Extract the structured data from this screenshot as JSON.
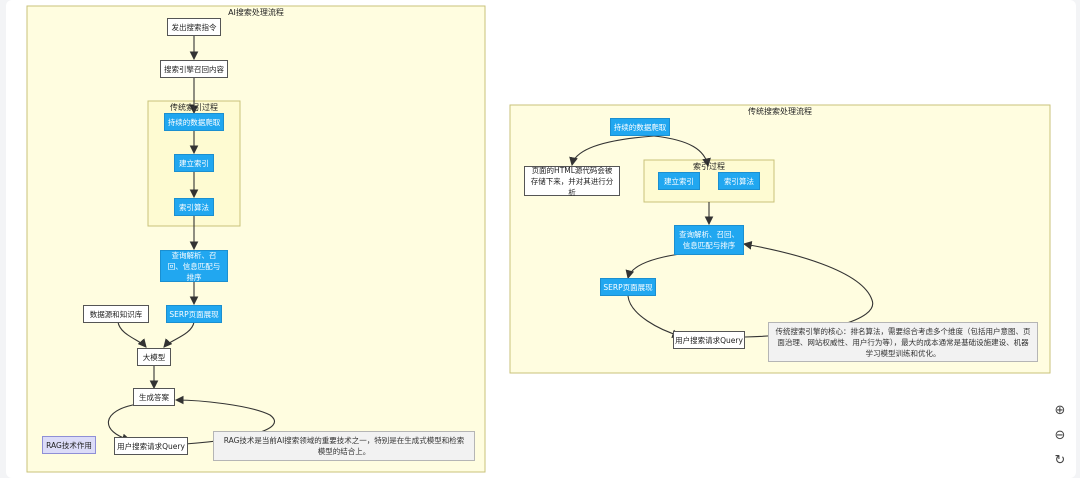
{
  "left_diagram": {
    "title": "AI搜索处理流程",
    "nodes": {
      "issue_query": "发出搜索指令",
      "recall": "搜索引擎召回内容",
      "subgraph_title": "传统索引过程",
      "crawl": "持续的数据爬取",
      "build_index": "建立索引",
      "index_algo": "索引算法",
      "parse": "查询解析、召回、信息匹配与排序",
      "kb": "数据源和知识库",
      "serp": "SERP页面展现",
      "llm": "大模型",
      "answer": "生成答案",
      "user_query": "用户搜索请求Query",
      "rag": "RAG技术作用",
      "note": "RAG技术是当前AI搜索领域的重要技术之一，特别是在生成式模型和检索模型的结合上。"
    }
  },
  "right_diagram": {
    "title": "传统搜索处理流程",
    "nodes": {
      "crawl": "持续的数据爬取",
      "html_store": "页面的HTML源代码会被存储下来，并对其进行分析",
      "subgraph_title": "索引过程",
      "build_index": "建立索引",
      "index_algo": "索引算法",
      "parse": "查询解析、召回、信息匹配与排序",
      "serp": "SERP页面展现",
      "user_query": "用户搜索请求Query",
      "note": "传统搜索引擎的核心：排名算法，需要综合考虑多个维度（包括用户意图、页面治理、网站权威性、用户行为等），最大的成本通常是基础设施建设、机器学习模型训练和优化。"
    }
  },
  "zoom_controls": {
    "zoom_in": "⊕",
    "zoom_out": "⊖",
    "reset": "↻"
  }
}
